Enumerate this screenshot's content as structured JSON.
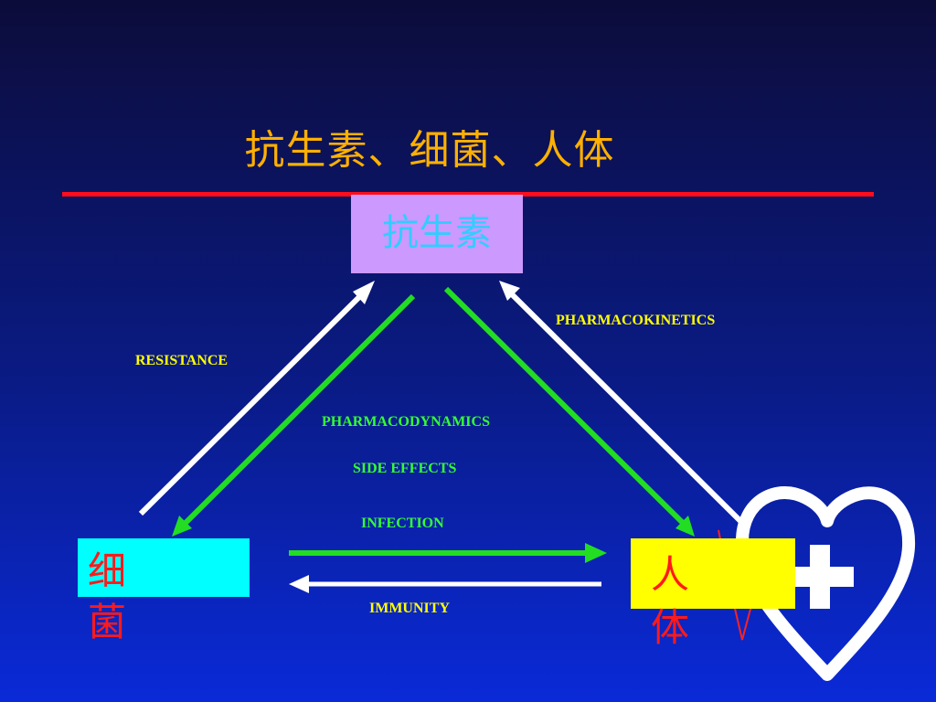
{
  "title": "抗生素、细菌、人体",
  "nodes": {
    "antibiotic": "抗生素",
    "bacteria": "细菌",
    "human": "人体"
  },
  "labels": {
    "resistance": "RESISTANCE",
    "pharmacokinetics": "PHARMACOKINETICS",
    "pharmacodynamics": "PHARMACODYNAMICS",
    "side_effects": "SIDE EFFECTS",
    "infection": "INFECTION",
    "immunity": "IMMUNITY"
  },
  "colors": {
    "title": "#ffb000",
    "divider": "#ff0d1a",
    "antibiotic_box": "#cc99ff",
    "bacteria_box": "#00ffff",
    "human_box": "#ffff00",
    "arrow_green": "#22dd22",
    "arrow_white": "#ffffff"
  },
  "icons": {
    "heart": "heart-medical-cross-icon"
  }
}
